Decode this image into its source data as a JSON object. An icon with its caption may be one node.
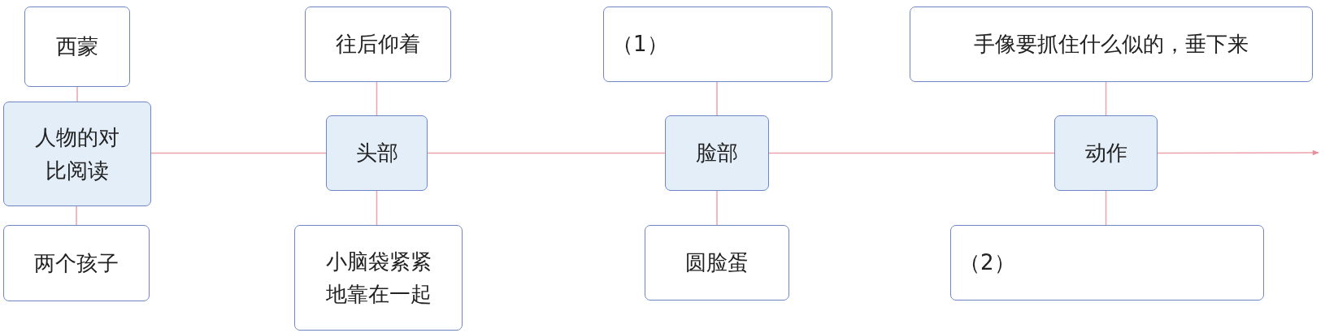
{
  "diagram": {
    "nodes": [
      {
        "text": [
          "西蒙"
        ]
      },
      {
        "text": [
          "人物的对比阅读"
        ]
      },
      {
        "text": [
          "两个孩子"
        ]
      },
      {
        "text": [
          "往后仰着"
        ]
      },
      {
        "text": [
          "头部"
        ]
      },
      {
        "text": [
          "小脑袋紧紧地靠在一起"
        ]
      },
      {
        "text": [
          "（1）"
        ]
      },
      {
        "text": [
          "脸部"
        ]
      },
      {
        "text": [
          "圆脸蛋"
        ]
      },
      {
        "text": [
          "手像要抓住什么似的，垂下来"
        ]
      },
      {
        "text": [
          "动作"
        ]
      },
      {
        "text": [
          "（2）"
        ]
      }
    ],
    "edges": [
      {
        "from": 1,
        "to": 4,
        "arrow": "none"
      },
      {
        "from": 4,
        "to": 7,
        "arrow": "none"
      },
      {
        "from": 7,
        "to": 10,
        "arrow": "none"
      },
      {
        "from": 10,
        "to": null,
        "arrow": "to"
      },
      {
        "from": 0,
        "to": 1,
        "arrow": "none"
      },
      {
        "from": 1,
        "to": 2,
        "arrow": "none"
      },
      {
        "from": 3,
        "to": 4,
        "arrow": "none"
      },
      {
        "from": 4,
        "to": 5,
        "arrow": "none"
      },
      {
        "from": 6,
        "to": 7,
        "arrow": "none"
      },
      {
        "from": 7,
        "to": 8,
        "arrow": "none"
      },
      {
        "from": 9,
        "to": 10,
        "arrow": "none"
      },
      {
        "from": 10,
        "to": 11,
        "arrow": "none"
      }
    ]
  }
}
